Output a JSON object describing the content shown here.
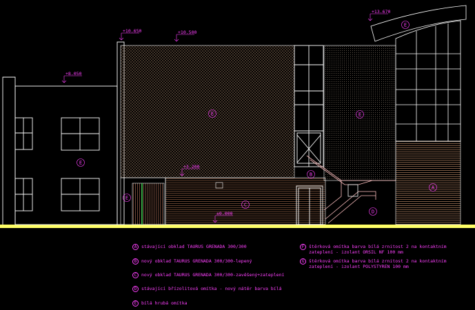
{
  "levels": [
    "+10.650",
    "+10.500",
    "+13.670",
    "+8.050",
    "+3.200",
    "±0.000"
  ],
  "material_marks": [
    "A",
    "B",
    "C",
    "D",
    "E",
    "F",
    "G"
  ],
  "legend": {
    "left": [
      {
        "mark": "A",
        "lines": [
          "stávající obklad TAURUS GRENADA 300/300"
        ]
      },
      {
        "mark": "B",
        "lines": [
          "nový obklad TAURUS GRENADA 300/300-lepený"
        ]
      },
      {
        "mark": "C",
        "lines": [
          "nový obklad TAURUS GRENADA 300/300-zavěšený+zateplení"
        ]
      },
      {
        "mark": "D",
        "lines": [
          "stávající břízolitová omítka - nový nátěr barva bílá"
        ]
      },
      {
        "mark": "E",
        "lines": [
          "bílá hrubá omítka"
        ]
      }
    ],
    "right": [
      {
        "mark": "F",
        "lines": [
          "štěrková omítka barva bílá zrnitost 2 na kontaktním",
          "zateplení - izolant ORSIL NF 100 mm"
        ]
      },
      {
        "mark": "G",
        "lines": [
          "štěrková omítka barva bílá zrnitost 2 na kontaktním",
          "zateplení - izolant POLYSTYREN 100 mm"
        ]
      }
    ]
  },
  "colors": {
    "background": "#000000",
    "lines": "#ffffff",
    "annotation": "#ff40ff",
    "ground": "#ffff66",
    "cladding": "#c88f6a",
    "stair": "#ffc0c0"
  }
}
